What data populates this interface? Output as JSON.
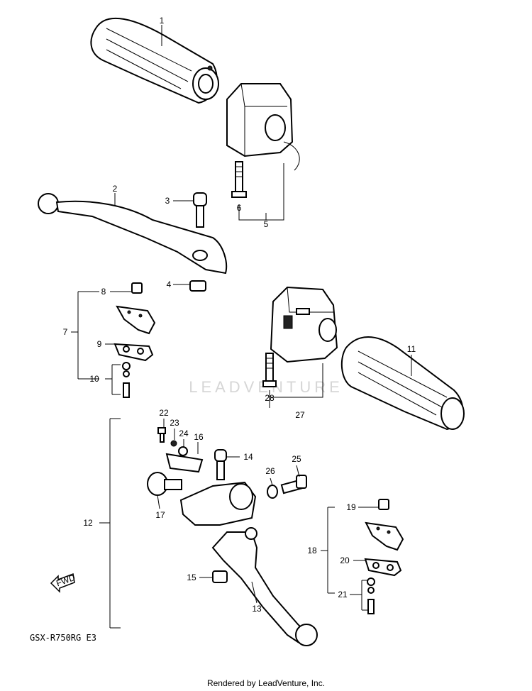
{
  "diagram": {
    "model_code": "GSX-R750RG  E3",
    "watermark": "LEADVENTURE",
    "fwd_label": "FWD",
    "footer": "Rendered by LeadVenture, Inc.",
    "callouts": [
      "1",
      "2",
      "3",
      "4",
      "5",
      "6",
      "7",
      "8",
      "9",
      "10",
      "11",
      "12",
      "13",
      "14",
      "15",
      "16",
      "17",
      "18",
      "19",
      "20",
      "21",
      "22",
      "23",
      "24",
      "25",
      "26",
      "27",
      "28"
    ]
  }
}
